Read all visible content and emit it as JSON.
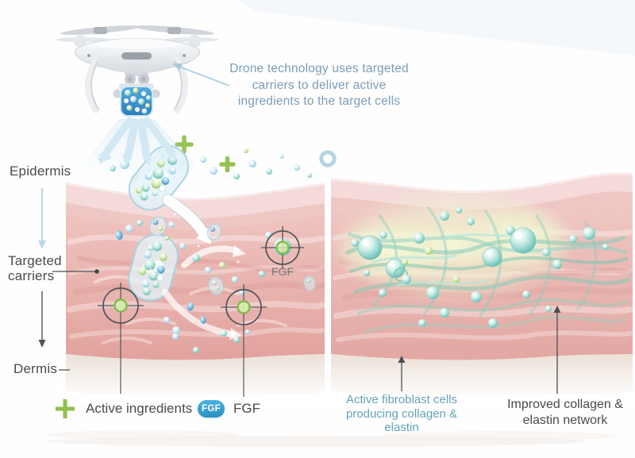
{
  "figure": {
    "callout": {
      "text": "Drone technology uses targeted carriers to deliver active ingredients to the target cells"
    },
    "skin_labels": {
      "epidermis": "Epidermis",
      "targeted_carriers": "Targeted carriers",
      "dermis": "Dermis"
    },
    "marker_labels": {
      "fgf": "FGF"
    },
    "legend": {
      "active_ingredients": "Active ingredients",
      "fgf_badge": "FGF",
      "fgf": "FGF"
    },
    "captions": {
      "active_fibroblast": "Active fibroblast cells producing collagen & elastin",
      "improved_network": "Improved collagen & elastin network"
    },
    "colors": {
      "accent_green": "#8fc04c",
      "fgf_blue": "#2f95c8",
      "teal_text": "#64a3b8",
      "callout_text": "#7b9db8",
      "dark_text": "#4a4a4a",
      "skin_pink": "#e7aeaa",
      "fiber_teal": "#8ecfbf"
    }
  }
}
